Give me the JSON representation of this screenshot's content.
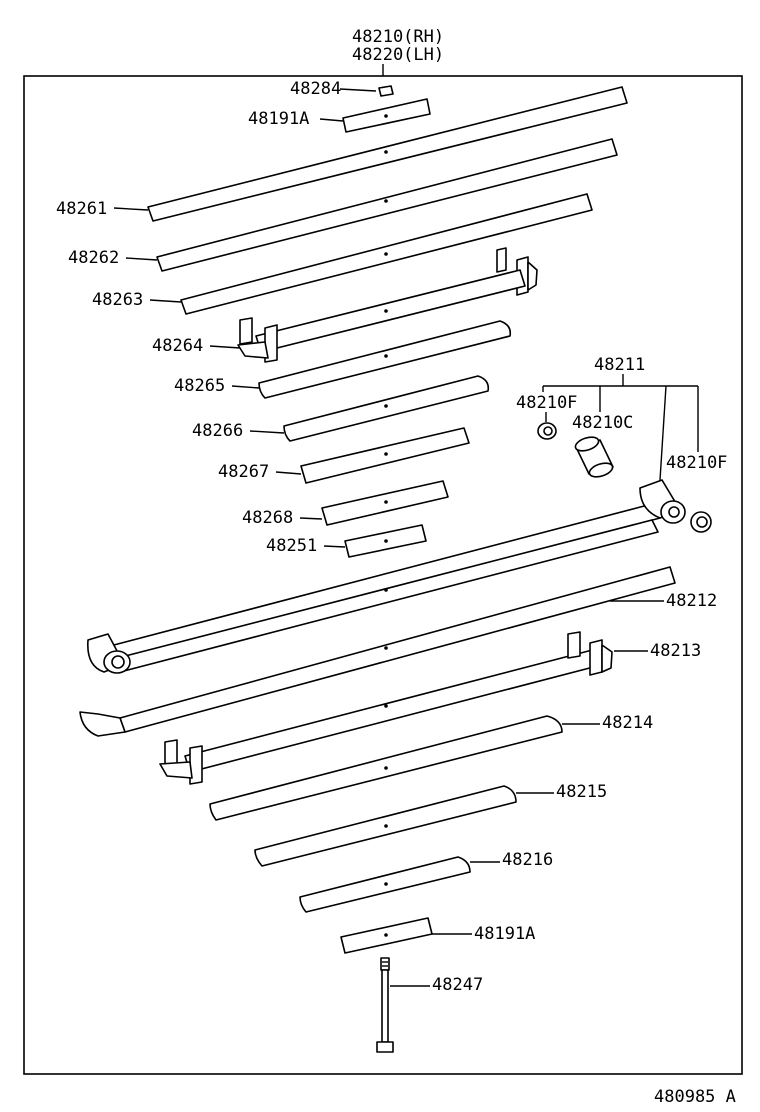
{
  "assembly": {
    "rh": "48210(RH)",
    "lh": "48220(LH)"
  },
  "footer_code": "480985 A",
  "labels": {
    "p48284": "48284",
    "p48191a_top": "48191A",
    "p48261": "48261",
    "p48262": "48262",
    "p48263": "48263",
    "p48264": "48264",
    "p48265": "48265",
    "p48266": "48266",
    "p48267": "48267",
    "p48268": "48268",
    "p48251": "48251",
    "p48211": "48211",
    "p48210f_left": "48210F",
    "p48210c": "48210C",
    "p48210f_right": "48210F",
    "p48212": "48212",
    "p48213": "48213",
    "p48214": "48214",
    "p48215": "48215",
    "p48216": "48216",
    "p48191a_bottom": "48191A",
    "p48247": "48247"
  }
}
